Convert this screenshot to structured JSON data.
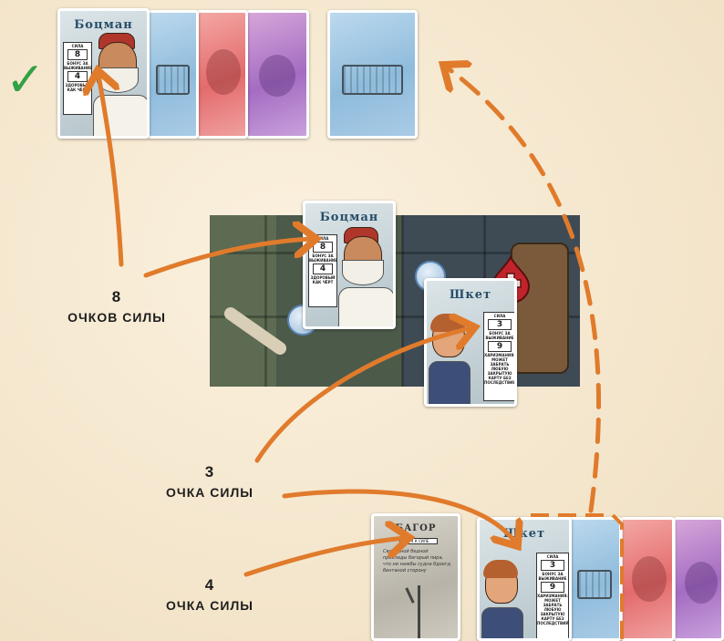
{
  "labels": {
    "eight_points": {
      "number": "8",
      "text": "ОЧКОВ СИЛЫ"
    },
    "three_points": {
      "number": "3",
      "text": "ОЧКА СИЛЫ"
    },
    "four_points": {
      "number": "4",
      "text": "ОЧКА СИЛЫ"
    }
  },
  "check_mark": "✓",
  "colors": {
    "arrow": "#e07b2c",
    "check": "#32a144",
    "background": "#f4e6cc"
  },
  "cards": {
    "boatswain": {
      "title": "Боцман",
      "power_label": "СИЛА",
      "power": "8",
      "bonus_label": "БОНУС ЗА ВЫЖИВАНИЕ",
      "bonus": "4",
      "trait": "ЗДОРОВЫЙ КАК ЧЁРТ"
    },
    "cabin_boy": {
      "title": "Шкет",
      "power_label": "СИЛА",
      "power": "3",
      "bonus_label": "БОНУС ЗА ВЫЖИВАНИЕ",
      "bonus": "9",
      "ability": "ХАРИЗМАНИЯ: МОЖЕТ ЗАБРАТЬ ЛЮБУЮ ЗАКРЫТУЮ КАРТУ БЕЗ ПОСЛЕДСТВИЙ"
    },
    "gaff": {
      "title": "БАГОР",
      "subtitle": "+4 К СИЛЕ",
      "text": "Свободной бедной приклады багорый пира, что ни нажбы судна бдоогд бентаной сторону"
    }
  }
}
